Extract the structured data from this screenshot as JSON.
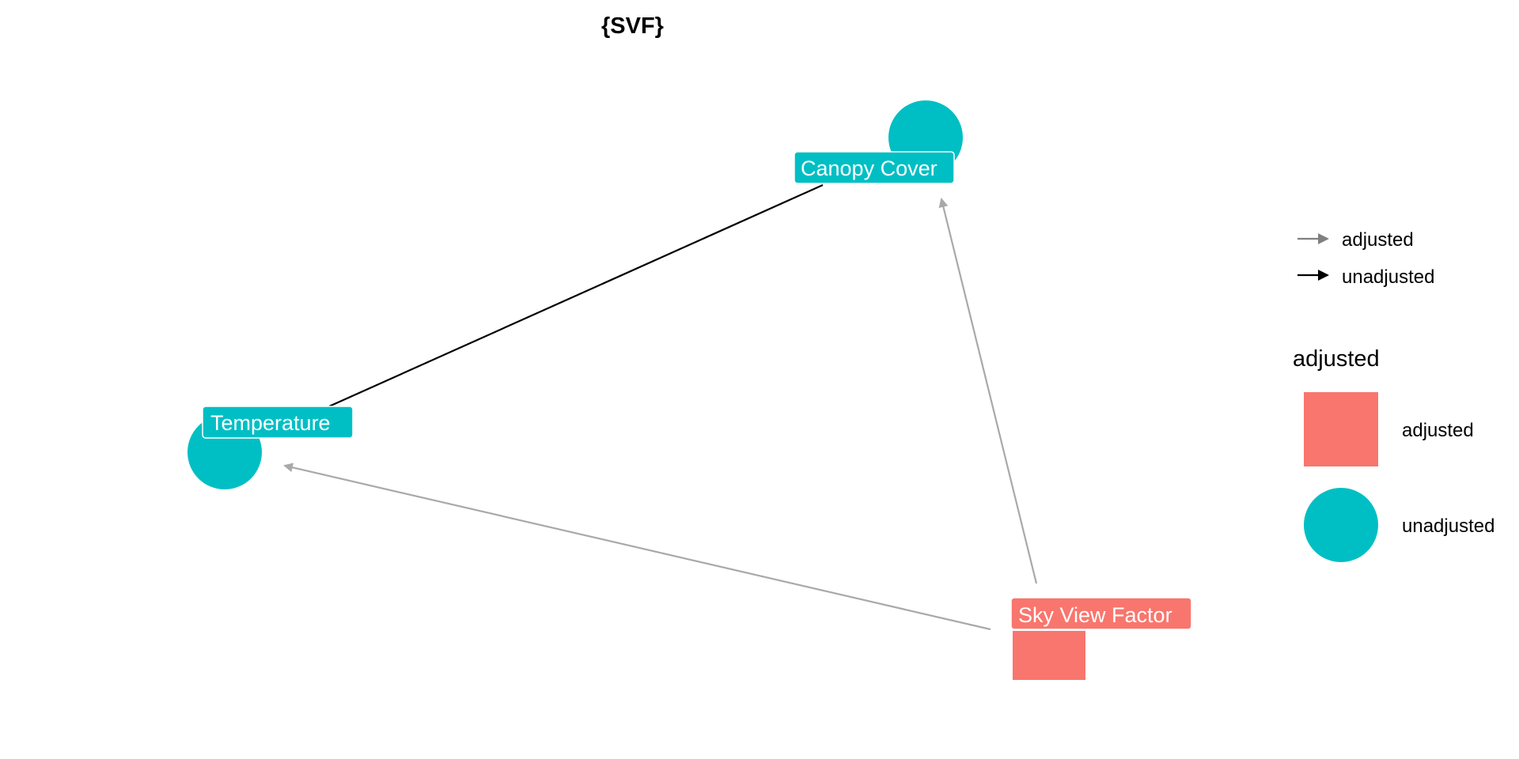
{
  "title": "{SVF}",
  "nodes": {
    "canopy": {
      "label": "Canopy Cover",
      "status": "unadjusted"
    },
    "temperature": {
      "label": "Temperature",
      "status": "unadjusted"
    },
    "svf": {
      "label": "Sky View Factor",
      "status": "adjusted"
    }
  },
  "edges": [
    {
      "from": "Canopy Cover",
      "to": "Temperature",
      "status": "unadjusted"
    },
    {
      "from": "Sky View Factor",
      "to": "Canopy Cover",
      "status": "adjusted"
    },
    {
      "from": "Sky View Factor",
      "to": "Temperature",
      "status": "adjusted"
    }
  ],
  "legend": {
    "edge_items": [
      {
        "label": "adjusted"
      },
      {
        "label": "unadjusted"
      }
    ],
    "node_title": "adjusted",
    "node_items": [
      {
        "label": "adjusted",
        "shape": "square"
      },
      {
        "label": "unadjusted",
        "shape": "circle"
      }
    ]
  },
  "colors": {
    "adjusted_node": "#F8766D",
    "unadjusted_node": "#00BFC4",
    "adjusted_edge": "#A9A9A9",
    "unadjusted_edge": "#000000",
    "legend_adjusted_arrow": "#808080"
  }
}
